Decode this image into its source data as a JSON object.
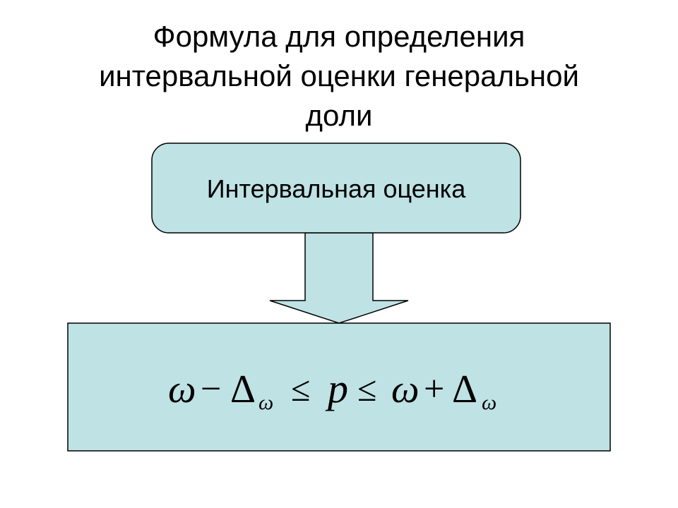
{
  "title": {
    "line1": "Формула для определения",
    "line2": "интервальной оценки генеральной",
    "line3": "доли"
  },
  "box": {
    "label": "Интервальная оценка"
  },
  "formula": {
    "omega": "ω",
    "minus": "−",
    "delta": "Δ",
    "sub_omega": "ω",
    "leq": "≤",
    "p": "p",
    "plus": "+"
  },
  "colors": {
    "box_fill": "#bfe2e4",
    "stroke": "#000000",
    "background": "#ffffff"
  }
}
